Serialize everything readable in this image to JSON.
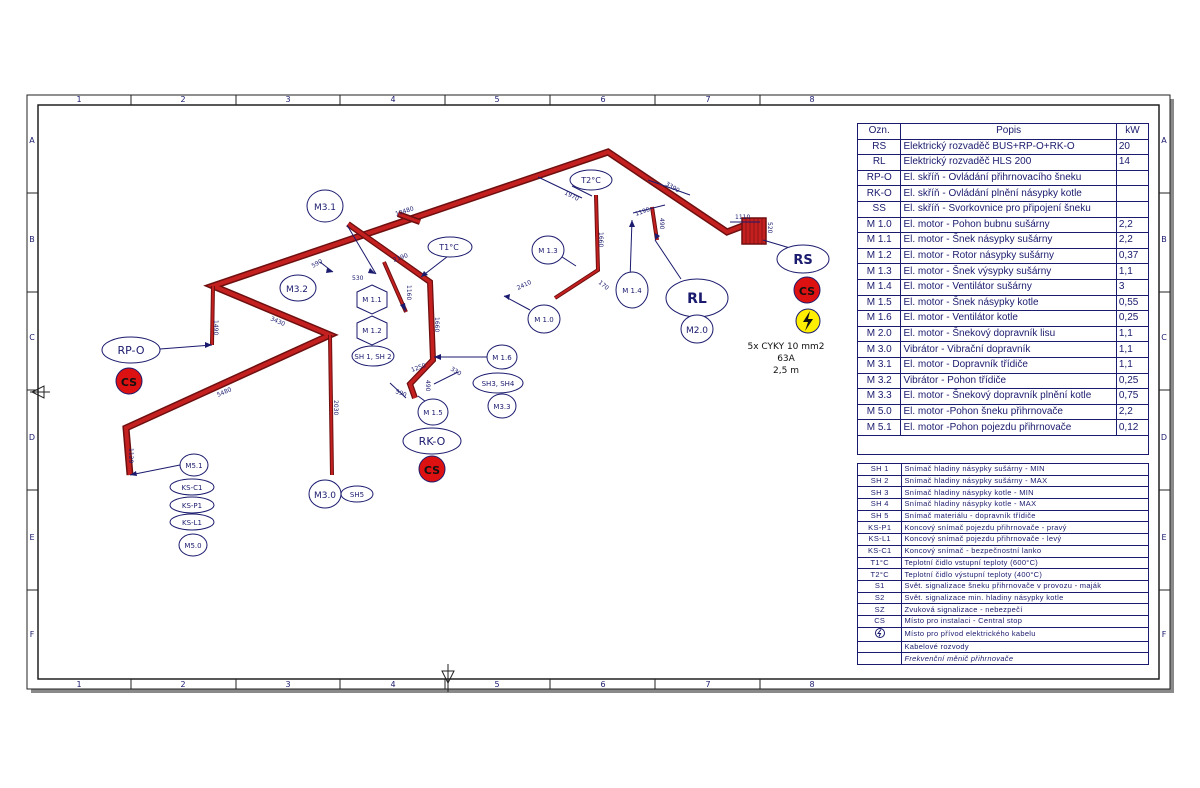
{
  "frame": {
    "columns": [
      "1",
      "2",
      "3",
      "4",
      "5",
      "6",
      "7",
      "8"
    ],
    "rows": [
      "A",
      "B",
      "C",
      "D",
      "E",
      "F"
    ]
  },
  "colors": {
    "pipe": "#c42020",
    "pipe_dark": "#6e0f0f",
    "line": "#1a1a6e",
    "cs_fill": "#dd1111",
    "warn_fill": "#ffee00"
  },
  "equipment": {
    "rs": "RS",
    "rl": "RL",
    "rp_o": "RP-O",
    "rk_o": "RK-O",
    "cs": "CS",
    "m2_0": "M2.0",
    "m3_1": "M3.1",
    "m3_2": "M3.2",
    "m1_1": "M 1.1",
    "m1_2": "M 1.2",
    "sh1_sh2": "SH 1, SH 2",
    "t1": "T1°C",
    "t2": "T2°C",
    "m1_3": "M 1.3",
    "m1_4": "M 1.4",
    "m1_0": "M 1.0",
    "m1_6": "M 1.6",
    "sh3_sh4": "SH3, SH4",
    "m3_3": "M3.3",
    "m1_5": "M 1.5",
    "m5_1": "M5.1",
    "ks_c1": "KS-C1",
    "ks_p1": "KS-P1",
    "ks_l1": "KS-L1",
    "m5_0": "M5.0",
    "m3_0": "M3.0",
    "sh5": "SH5"
  },
  "cable_note": [
    "5x CYKY 10 mm2",
    "63A",
    "2,5 m"
  ],
  "dimensions": [
    "5480",
    "3430",
    "1490",
    "1129",
    "2030",
    "530",
    "590",
    "2190",
    "1160",
    "1660",
    "10480",
    "1970",
    "1660",
    "170",
    "2410",
    "3390",
    "1190",
    "490",
    "1110",
    "520",
    "330",
    "1250",
    "490",
    "590",
    "390"
  ],
  "legend_main": {
    "headers": [
      "Ozn.",
      "Popis",
      "kW"
    ],
    "rows": [
      {
        "code": "RS",
        "desc": "Elektrický rozvaděč BUS+RP-O+RK-O",
        "kw": "20"
      },
      {
        "code": "RL",
        "desc": "Elektrický rozvaděč HLS 200",
        "kw": "14"
      },
      {
        "code": "RP-O",
        "desc": "El. skříň - Ovládání přihrnovacího šneku",
        "kw": ""
      },
      {
        "code": "RK-O",
        "desc": "El. skříň - Ovládání plnění násypky kotle",
        "kw": ""
      },
      {
        "code": "SS",
        "desc": "El. skříň - Svorkovnice pro připojení šneku",
        "kw": ""
      },
      {
        "code": "M 1.0",
        "desc": "El. motor - Pohon bubnu sušárny",
        "kw": "2,2"
      },
      {
        "code": "M 1.1",
        "desc": "El. motor - Šnek násypky sušárny",
        "kw": "2,2"
      },
      {
        "code": "M 1.2",
        "desc": "El. motor - Rotor násypky sušárny",
        "kw": "0,37"
      },
      {
        "code": "M 1.3",
        "desc": "El. motor - Šnek výsypky sušárny",
        "kw": "1,1"
      },
      {
        "code": "M 1.4",
        "desc": "El. motor - Ventilátor sušárny",
        "kw": "3"
      },
      {
        "code": "M 1.5",
        "desc": "El. motor - Šnek násypky kotle",
        "kw": "0,55"
      },
      {
        "code": "M 1.6",
        "desc": "El. motor - Ventilátor kotle",
        "kw": "0,25"
      },
      {
        "code": "M 2.0",
        "desc": "El. motor - Šnekový dopravník lisu",
        "kw": "1,1"
      },
      {
        "code": "M 3.0",
        "desc": "Vibrátor - Vibrační dopravník",
        "kw": "1,1"
      },
      {
        "code": "M 3.1",
        "desc": "El. motor - Dopravník třídiče",
        "kw": "1,1"
      },
      {
        "code": "M 3.2",
        "desc": "Vibrátor - Pohon třídiče",
        "kw": "0,25"
      },
      {
        "code": "M 3.3",
        "desc": "El. motor - Šnekový dopravník plnění kotle",
        "kw": "0,75"
      },
      {
        "code": "M 5.0",
        "desc": "El. motor -Pohon šneku přihrnovače",
        "kw": "2,2"
      },
      {
        "code": "M 5.1",
        "desc": "El. motor -Pohon pojezdu přihrnovače",
        "kw": "0,12"
      }
    ]
  },
  "legend_sensors": {
    "rows": [
      {
        "code": "SH 1",
        "desc": "Snímač hladiny násypky sušárny - MIN"
      },
      {
        "code": "SH 2",
        "desc": "Snímač hladiny násypky sušárny - MAX"
      },
      {
        "code": "SH 3",
        "desc": "Snímač hladiny násypky kotle - MIN"
      },
      {
        "code": "SH 4",
        "desc": "Snímač hladiny násypky kotle - MAX"
      },
      {
        "code": "SH 5",
        "desc": "Snímač materiálu - dopravník třídiče"
      },
      {
        "code": "KS-P1",
        "desc": "Koncový snímač pojezdu přihrnovače - pravý"
      },
      {
        "code": "KS-L1",
        "desc": "Koncový snímač pojezdu přihrnovače - levý"
      },
      {
        "code": "KS-C1",
        "desc": "Koncový snímač - bezpečnostní lanko"
      },
      {
        "code": "T1°C",
        "desc": "Teplotní čidlo vstupní teploty (600°C)"
      },
      {
        "code": "T2°C",
        "desc": "Teplotní čidlo výstupní teploty (400°C)"
      },
      {
        "code": "S1",
        "desc": "Svět. signalizace šneku přihrnovače v provozu - maják"
      },
      {
        "code": "S2",
        "desc": "Svět. signalizace min. hladiny násypky kotle"
      },
      {
        "code": "SZ",
        "desc": "Zvuková signalizace - nebezpečí"
      },
      {
        "code": "CS",
        "desc": "Místo pro instalaci - Central stop"
      },
      {
        "code": "",
        "desc": "Místo pro přívod elektrického kabelu"
      },
      {
        "code": "",
        "desc": "Kabelové rozvody"
      },
      {
        "code": "",
        "desc": "Frekvenční měnič přihrnovače"
      }
    ]
  }
}
